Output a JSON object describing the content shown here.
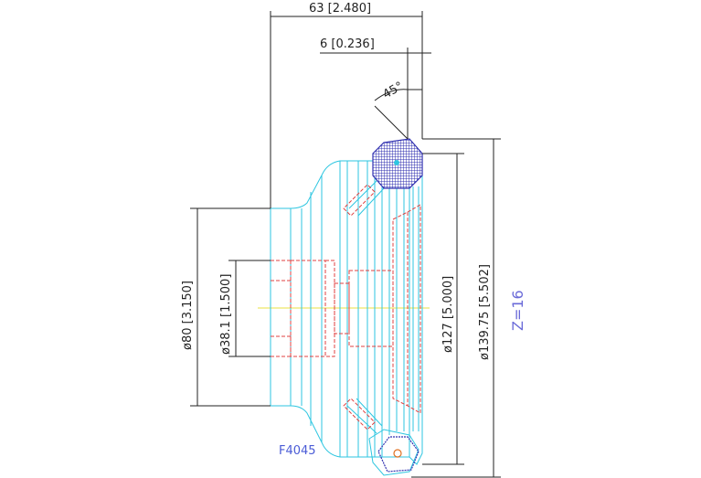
{
  "dimensions": {
    "length_overall": "63 [2.480]",
    "chamfer_width": "6 [0.236]",
    "chamfer_angle": "45°",
    "shank_diameter": "ø80 [3.150]",
    "bore_diameter": "ø38.1 [1.500]",
    "body_diameter": "ø127 [5.000]",
    "cutting_diameter": "ø139.75 [5.502]"
  },
  "part_number": "F4045",
  "teeth": "Z=16",
  "colors": {
    "outline": "#2ec6e0",
    "hidden": "#e04040",
    "dimension": "#222222",
    "insert": "#4040c0",
    "centerline": "#e8e040",
    "label": "#4a5bd6"
  }
}
